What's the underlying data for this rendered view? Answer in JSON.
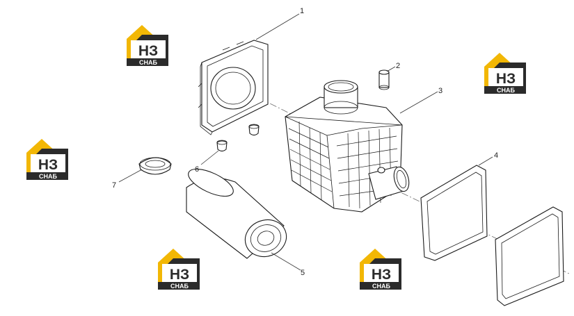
{
  "callouts": [
    {
      "id": "1",
      "label": "1"
    },
    {
      "id": "2",
      "label": "2"
    },
    {
      "id": "3",
      "label": "3"
    },
    {
      "id": "4",
      "label": "4"
    },
    {
      "id": "5",
      "label": "5"
    },
    {
      "id": "6",
      "label": "6"
    },
    {
      "id": "7",
      "label": "7"
    }
  ],
  "watermark": {
    "top_text": "НЗ",
    "bottom_text": "СНАБ",
    "colors": {
      "roof": "#f2b705",
      "dark": "#2b2b2b",
      "text": "#ffffff"
    }
  }
}
